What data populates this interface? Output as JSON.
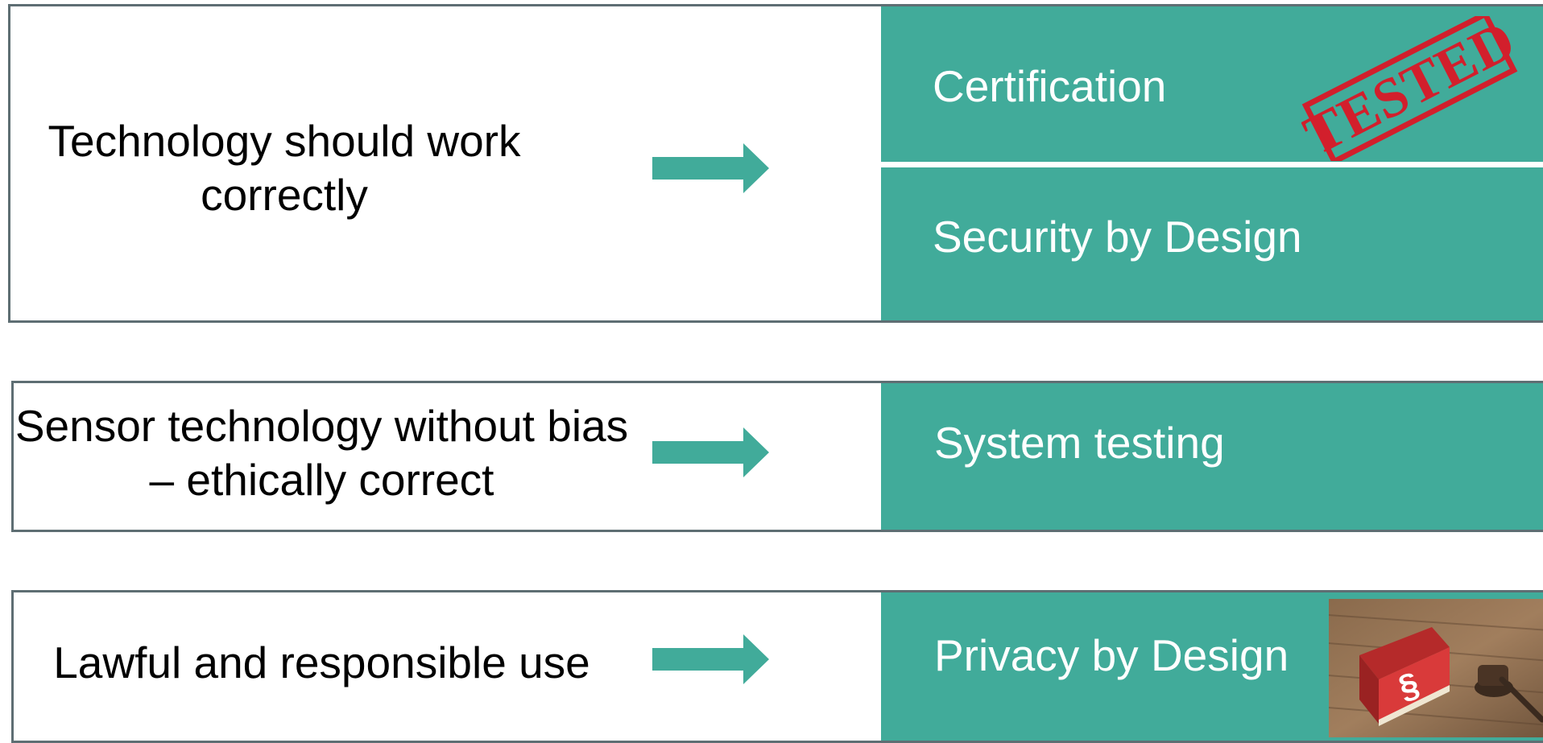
{
  "colors": {
    "teal": "#41ab9a",
    "border": "#5e6e73",
    "stamp_red": "#d21f2c",
    "book_red": "#d93a3a"
  },
  "rows": [
    {
      "requirement": "Technology should work correctly",
      "arrow_icon": "right-arrow-icon",
      "measures": [
        "Certification",
        "Security by Design"
      ],
      "image": {
        "icon": "tested-stamp-icon",
        "text": "TESTED"
      }
    },
    {
      "requirement": "Sensor technology without bias – ethically correct",
      "arrow_icon": "right-arrow-icon",
      "measures": [
        "System testing"
      ]
    },
    {
      "requirement": "Lawful and responsible use",
      "arrow_icon": "right-arrow-icon",
      "measures": [
        "Privacy by Design"
      ],
      "image": {
        "icon": "law-book-gavel-icon",
        "text": "§"
      }
    }
  ]
}
